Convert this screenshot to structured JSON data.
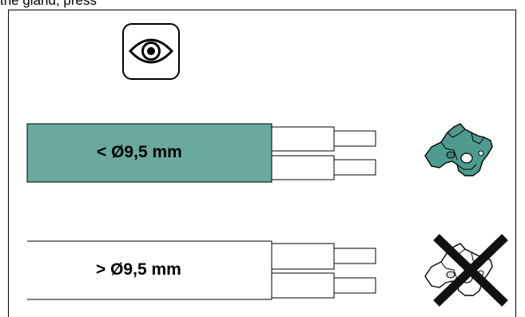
{
  "header": {
    "text": "the gland, press"
  },
  "inspect_icon": {
    "name": "eye-icon"
  },
  "cable_small": {
    "label": "< Ø9,5 mm",
    "sheath_color": "#6aa99d",
    "status": "allowed",
    "clip_color": "#4f9a8e"
  },
  "cable_large": {
    "label": "> Ø9,5 mm",
    "sheath_color": "#ffffff",
    "status": "not-allowed",
    "cross_color": "#111111"
  }
}
